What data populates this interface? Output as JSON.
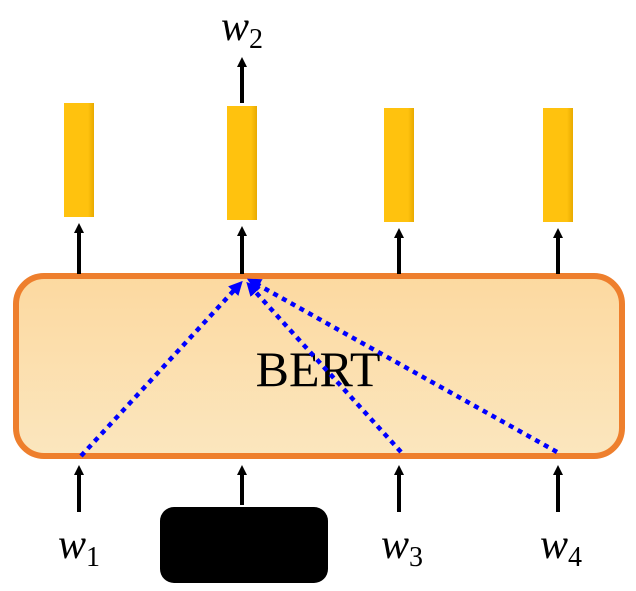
{
  "diagram": {
    "model_label": "BERT",
    "output_label": {
      "base": "w",
      "sub": "2"
    },
    "input_labels": [
      {
        "base": "w",
        "sub": "1"
      },
      {
        "base": "w",
        "sub": "3"
      },
      {
        "base": "w",
        "sub": "4"
      }
    ],
    "mask_token": {
      "label": ""
    },
    "colors": {
      "box_fill_top": "#FCD9A0",
      "box_fill_bottom": "#FBE3B6",
      "box_border": "#EE7F2D",
      "vector_fill": "#FFC20E",
      "vector_shade": "#E3A600",
      "attention_arrow": "#0000FF",
      "arrow": "#000000",
      "mask": "#000000"
    }
  }
}
